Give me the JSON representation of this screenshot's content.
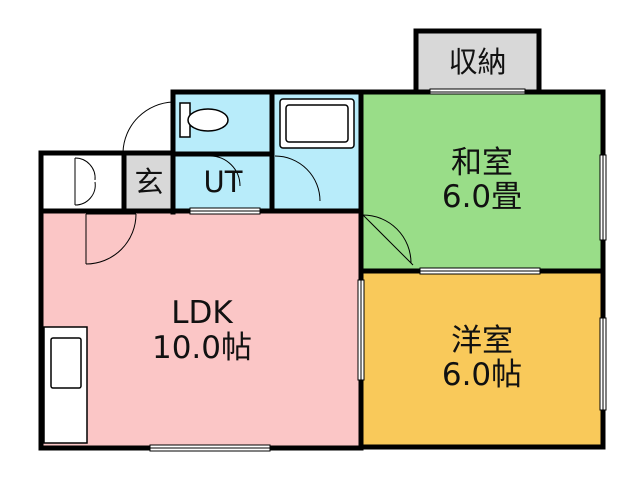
{
  "rooms": {
    "storage": {
      "label": "収納",
      "fill": "#d8d8d8"
    },
    "washitsu": {
      "label": "和室",
      "size": "6.0畳",
      "fill": "#99dd88"
    },
    "yoshitsu": {
      "label": "洋室",
      "size": "6.0帖",
      "fill": "#f9c95a"
    },
    "ldk": {
      "label": "LDK",
      "size": "10.0帖",
      "fill": "#fbc6c6"
    },
    "entrance": {
      "label": "玄",
      "fill": "#d8d8d8"
    },
    "ut": {
      "label": "UT",
      "fill": "#b8ecfa"
    }
  },
  "colors": {
    "wall": "#000000",
    "wet_area": "#b8ecfa",
    "fixture": "#ffffff"
  }
}
